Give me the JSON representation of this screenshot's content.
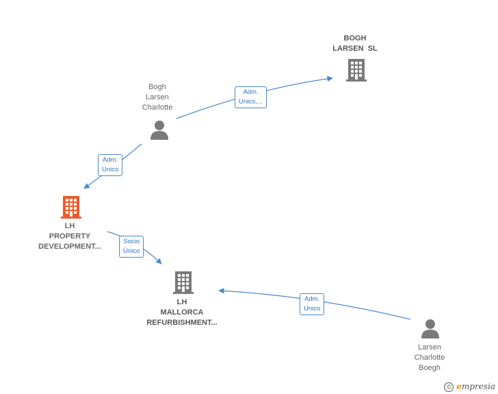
{
  "colors": {
    "edge": "#4a86d0",
    "node_gray": "#7a7a7a",
    "node_highlight": "#f05a28"
  },
  "nodes": {
    "bogh_larsen_sl": {
      "type": "company",
      "icon": "building-icon",
      "lines": [
        "BOGH",
        "LARSEN  SL"
      ]
    },
    "bogh_larsen_charlotte": {
      "type": "person",
      "icon": "person-icon",
      "lines": [
        "Bogh",
        "Larsen",
        "Charlotte"
      ]
    },
    "lh_property": {
      "type": "company",
      "icon": "building-icon",
      "highlight": true,
      "lines": [
        "LH",
        "PROPERTY",
        "DEVELOPMENT..."
      ]
    },
    "lh_mallorca": {
      "type": "company",
      "icon": "building-icon",
      "lines": [
        "LH",
        "MALLORCA",
        "REFURBISHMENT..."
      ]
    },
    "larsen_charlotte_boegh": {
      "type": "person",
      "icon": "person-icon",
      "lines": [
        "Larsen",
        "Charlotte",
        "Boegh"
      ]
    }
  },
  "edges": {
    "charlotte_to_sl": {
      "lines": [
        "Adm.",
        "Unico,..."
      ]
    },
    "charlotte_to_property": {
      "lines": [
        "Adm.",
        "Unico"
      ]
    },
    "property_to_mallorca": {
      "lines": [
        "Socio",
        "Único"
      ]
    },
    "boegh_to_mallorca": {
      "lines": [
        "Adm.",
        "Unico"
      ]
    }
  },
  "brand": {
    "copyright": "©",
    "first_letter": "e",
    "rest": "mpresia"
  }
}
